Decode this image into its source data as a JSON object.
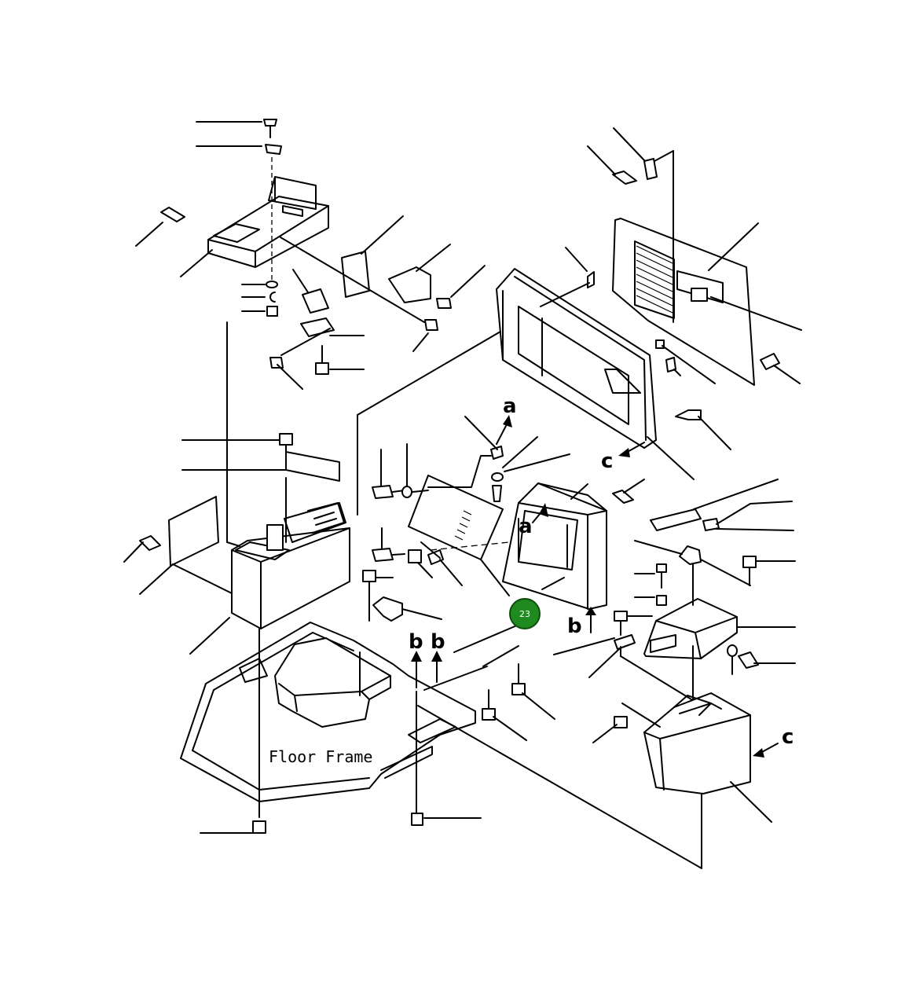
{
  "diagram": {
    "floor_label": "Floor Frame",
    "callout_number": "23",
    "callout_color": "#1f8a1f",
    "reference_letters": {
      "a": "a",
      "b": "b",
      "c": "c"
    }
  }
}
